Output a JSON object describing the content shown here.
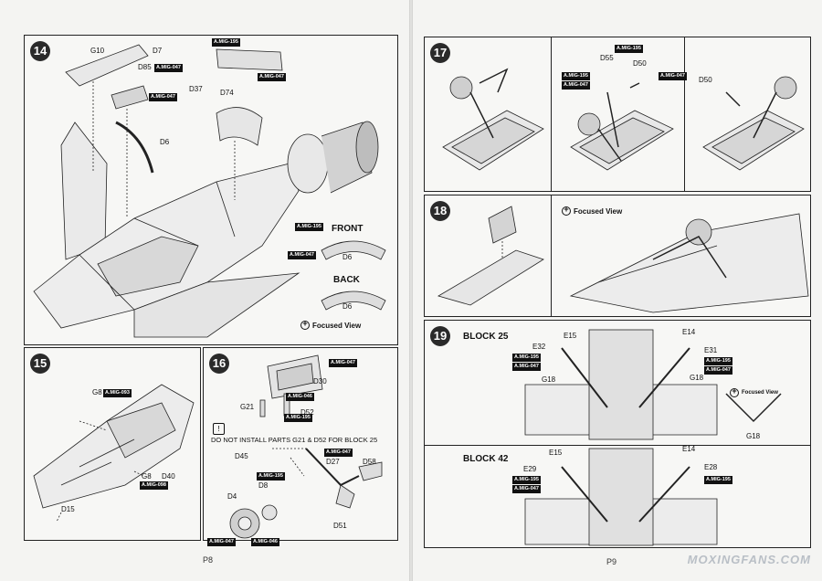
{
  "pages": {
    "left": "P8",
    "right": "P9"
  },
  "steps": {
    "s14": {
      "number": "14",
      "parts": {
        "g10": "G10",
        "d7": "D7",
        "d85": "D85",
        "d37": "D37",
        "d6": "D6",
        "d74": "D74"
      },
      "paints": {
        "a195": "A.MIG-195",
        "a047": "A.MIG-047"
      },
      "inset_front": {
        "title": "FRONT",
        "part": "D6",
        "paint1": "A.MIG-195",
        "paint2": "A.MIG-047"
      },
      "inset_back": {
        "title": "BACK",
        "part": "D6"
      },
      "focused": "Focused View"
    },
    "s15": {
      "number": "15",
      "parts": {
        "g8a": "G8",
        "g8b": "G8",
        "d40": "D40",
        "d15": "D15"
      },
      "paints": {
        "a093": "A.MIG-093",
        "a098": "A.MIG-098"
      }
    },
    "s16": {
      "number": "16",
      "parts": {
        "d30": "D30",
        "d52": "D52",
        "g21": "G21",
        "d45": "D45",
        "d27": "D27",
        "d58": "D58",
        "d8": "D8",
        "d4": "D4",
        "d51": "D51"
      },
      "paints": {
        "a047": "A.MIG-047",
        "a046": "A.MIG-046",
        "a195": "A.MIG-195"
      },
      "warning": "DO NOT INSTALL PARTS G21 & D52 FOR BLOCK 25"
    },
    "s17": {
      "number": "17",
      "parts": {
        "d55": "D55",
        "d50a": "D50",
        "d50b": "D50"
      },
      "paints": {
        "a195": "A.MIG-195",
        "a047": "A.MIG-047"
      }
    },
    "s18": {
      "number": "18",
      "focused": "Focused View"
    },
    "s19": {
      "number": "19",
      "block25": "BLOCK 25",
      "block42": "BLOCK 42",
      "parts": {
        "e15a": "E15",
        "e14a": "E14",
        "e32": "E32",
        "e31": "E31",
        "g18a": "G18",
        "g18b": "G18",
        "g18c": "G18",
        "e15b": "E15",
        "e14b": "E14",
        "e29": "E29",
        "e28": "E28"
      },
      "paints": {
        "a195": "A.MIG-195",
        "a047": "A.MIG-047"
      },
      "focused": "Focused View"
    }
  },
  "watermark": "MOXINGFANS.COM"
}
